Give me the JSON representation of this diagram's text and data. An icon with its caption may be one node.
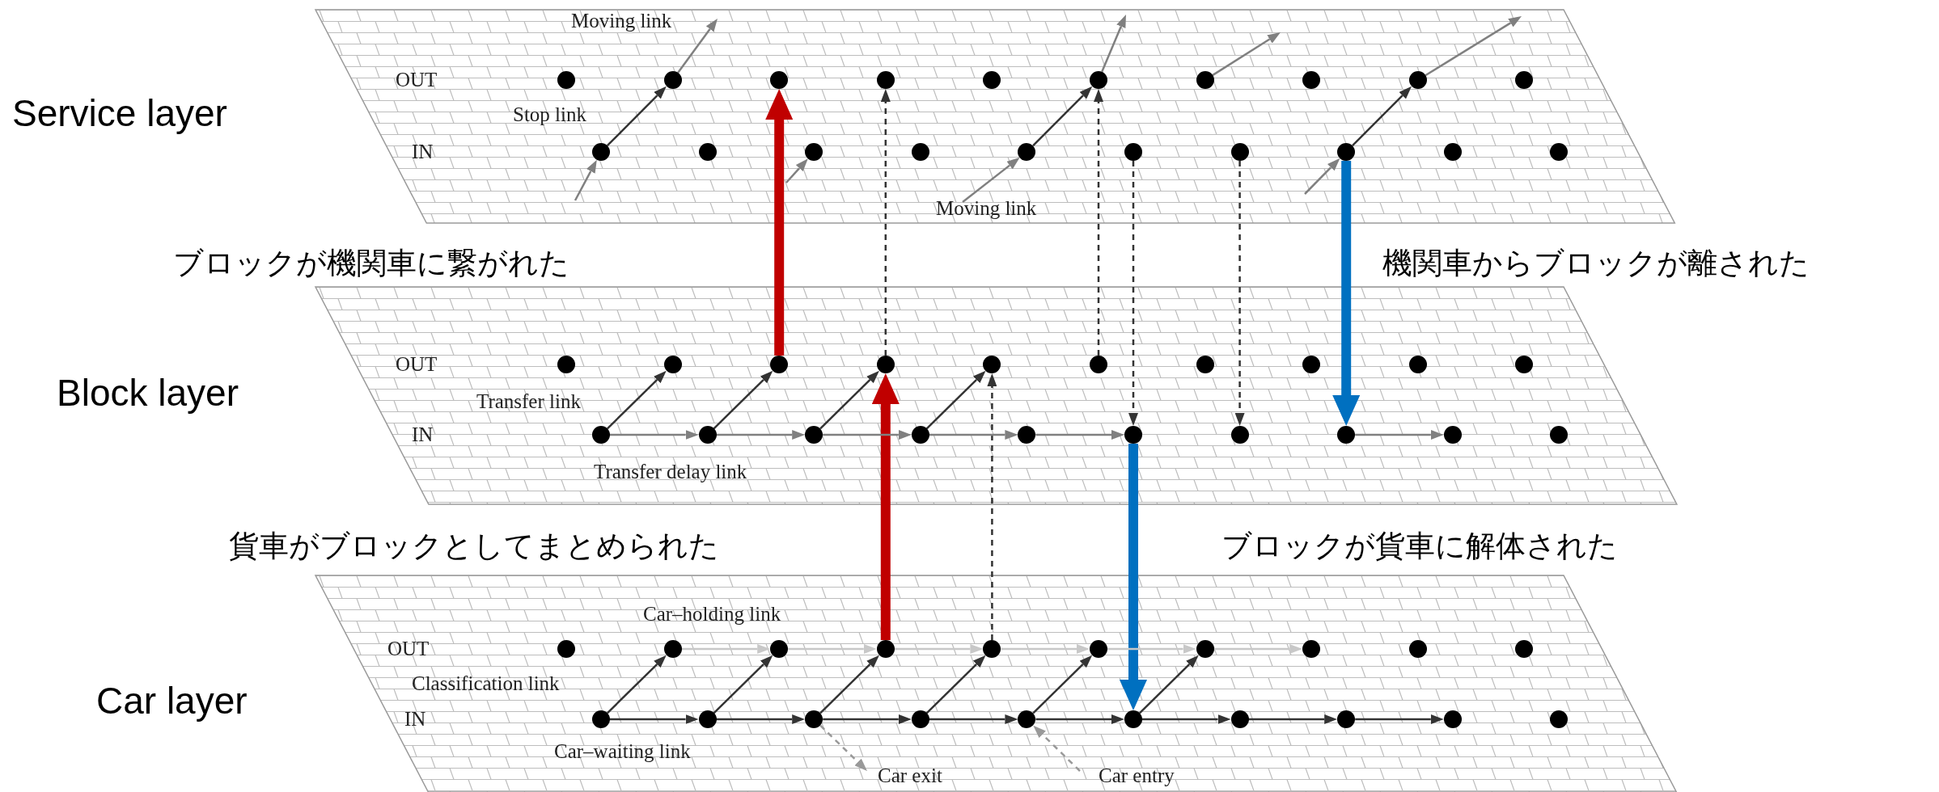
{
  "diagram": {
    "nodes": [
      {
        "text": [
          "Service layer",
          "OUT",
          "IN",
          "Moving link",
          "Stop link",
          "Moving link"
        ]
      },
      {
        "text": [],
        "shape": "circle",
        "in": 0
      },
      {
        "text": [],
        "shape": "circle",
        "in": 0
      },
      {
        "text": [],
        "shape": "circle",
        "in": 0
      },
      {
        "text": [],
        "shape": "circle",
        "in": 0
      },
      {
        "text": [],
        "shape": "circle",
        "in": 0
      },
      {
        "text": [],
        "shape": "circle",
        "in": 0
      },
      {
        "text": [],
        "shape": "circle",
        "in": 0
      },
      {
        "text": [],
        "shape": "circle",
        "in": 0
      },
      {
        "text": [],
        "shape": "circle",
        "in": 0
      },
      {
        "text": [],
        "shape": "circle",
        "in": 0
      },
      {
        "text": [],
        "shape": "circle",
        "in": 0
      },
      {
        "text": [],
        "shape": "circle",
        "in": 0
      },
      {
        "text": [],
        "shape": "circle",
        "in": 0
      },
      {
        "text": [],
        "shape": "circle",
        "in": 0
      },
      {
        "text": [],
        "shape": "circle",
        "in": 0
      },
      {
        "text": [],
        "shape": "circle",
        "in": 0
      },
      {
        "text": [],
        "shape": "circle",
        "in": 0
      },
      {
        "text": [],
        "shape": "circle",
        "in": 0
      },
      {
        "text": [],
        "shape": "circle",
        "in": 0
      },
      {
        "text": [],
        "shape": "circle",
        "in": 0
      },
      {
        "text": [
          "Block layer",
          "OUT",
          "IN",
          "Transfer link",
          "Transfer delay link"
        ]
      },
      {
        "text": [],
        "shape": "circle",
        "in": 21
      },
      {
        "text": [],
        "shape": "circle",
        "in": 21
      },
      {
        "text": [],
        "shape": "circle",
        "in": 21
      },
      {
        "text": [],
        "shape": "circle",
        "in": 21
      },
      {
        "text": [],
        "shape": "circle",
        "in": 21
      },
      {
        "text": [],
        "shape": "circle",
        "in": 21
      },
      {
        "text": [],
        "shape": "circle",
        "in": 21
      },
      {
        "text": [],
        "shape": "circle",
        "in": 21
      },
      {
        "text": [],
        "shape": "circle",
        "in": 21
      },
      {
        "text": [],
        "shape": "circle",
        "in": 21
      },
      {
        "text": [],
        "shape": "circle",
        "in": 21
      },
      {
        "text": [],
        "shape": "circle",
        "in": 21
      },
      {
        "text": [],
        "shape": "circle",
        "in": 21
      },
      {
        "text": [],
        "shape": "circle",
        "in": 21
      },
      {
        "text": [],
        "shape": "circle",
        "in": 21
      },
      {
        "text": [],
        "shape": "circle",
        "in": 21
      },
      {
        "text": [],
        "shape": "circle",
        "in": 21
      },
      {
        "text": [],
        "shape": "circle",
        "in": 21
      },
      {
        "text": [],
        "shape": "circle",
        "in": 21
      },
      {
        "text": [],
        "shape": "circle",
        "in": 21
      },
      {
        "text": [
          "Car layer",
          "Car–holding link",
          "OUT",
          "Classification link",
          "IN",
          "Car–waiting link",
          "Car exit",
          "Car entry"
        ]
      },
      {
        "text": [],
        "shape": "circle",
        "in": 42
      },
      {
        "text": [],
        "shape": "circle",
        "in": 42
      },
      {
        "text": [],
        "shape": "circle",
        "in": 42
      },
      {
        "text": [],
        "shape": "circle",
        "in": 42
      },
      {
        "text": [],
        "shape": "circle",
        "in": 42
      },
      {
        "text": [],
        "shape": "circle",
        "in": 42
      },
      {
        "text": [],
        "shape": "circle",
        "in": 42
      },
      {
        "text": [],
        "shape": "circle",
        "in": 42
      },
      {
        "text": [],
        "shape": "circle",
        "in": 42
      },
      {
        "text": [],
        "shape": "circle",
        "in": 42
      },
      {
        "text": [],
        "shape": "circle",
        "in": 42
      },
      {
        "text": [],
        "shape": "circle",
        "in": 42
      },
      {
        "text": [],
        "shape": "circle",
        "in": 42
      },
      {
        "text": [],
        "shape": "circle",
        "in": 42
      },
      {
        "text": [],
        "shape": "circle",
        "in": 42
      },
      {
        "text": [],
        "shape": "circle",
        "in": 42
      },
      {
        "text": [],
        "shape": "circle",
        "in": 42
      },
      {
        "text": [],
        "shape": "circle",
        "in": 42
      },
      {
        "text": [],
        "shape": "circle",
        "in": 42
      },
      {
        "text": [],
        "shape": "circle",
        "in": 42
      }
    ],
    "edges": [
      {
        "from": null,
        "to": 11,
        "arrow": "to",
        "color": "#808080"
      },
      {
        "from": 11,
        "to": 2,
        "arrow": "to"
      },
      {
        "from": 2,
        "to": null,
        "arrow": "to",
        "color": "#808080"
      },
      {
        "from": null,
        "to": 13,
        "arrow": "to",
        "color": "#808080"
      },
      {
        "from": null,
        "to": 15,
        "arrow": "to",
        "color": "#808080"
      },
      {
        "from": 15,
        "to": 6,
        "arrow": "to"
      },
      {
        "from": 6,
        "to": null,
        "arrow": "to",
        "color": "#808080"
      },
      {
        "from": 7,
        "to": null,
        "arrow": "to",
        "color": "#808080"
      },
      {
        "from": null,
        "to": 18,
        "arrow": "to",
        "color": "#808080"
      },
      {
        "from": 18,
        "to": 9,
        "arrow": "to"
      },
      {
        "from": 9,
        "to": null,
        "arrow": "to",
        "color": "#808080"
      },
      {
        "from": 24,
        "to": 3,
        "arrow": "to",
        "style": "thick",
        "color": "#c00000"
      },
      {
        "from": 25,
        "to": 4,
        "arrow": "to",
        "style": "dashed"
      },
      {
        "from": 27,
        "to": 6,
        "arrow": "to",
        "style": "dashed"
      },
      {
        "from": 16,
        "to": 37,
        "arrow": "to",
        "style": "dashed"
      },
      {
        "from": 17,
        "to": 38,
        "arrow": "to",
        "style": "dashed"
      },
      {
        "from": 18,
        "to": 39,
        "arrow": "to",
        "style": "thick",
        "color": "#0070c0"
      },
      {
        "from": 46,
        "to": 25,
        "arrow": "to",
        "style": "thick",
        "color": "#c00000"
      },
      {
        "from": 47,
        "to": 26,
        "arrow": "to",
        "style": "dashed"
      },
      {
        "from": 37,
        "to": 58,
        "arrow": "to",
        "style": "thick",
        "color": "#0070c0"
      },
      {
        "from": 32,
        "to": 23,
        "arrow": "to"
      },
      {
        "from": 33,
        "to": 24,
        "arrow": "to"
      },
      {
        "from": 34,
        "to": 25,
        "arrow": "to"
      },
      {
        "from": 35,
        "to": 26,
        "arrow": "to"
      },
      {
        "from": 32,
        "to": 33,
        "arrow": "to",
        "color": "#808080"
      },
      {
        "from": 33,
        "to": 34,
        "arrow": "to",
        "color": "#808080"
      },
      {
        "from": 34,
        "to": 35,
        "arrow": "to",
        "color": "#808080"
      },
      {
        "from": 35,
        "to": 36,
        "arrow": "to",
        "color": "#808080"
      },
      {
        "from": 36,
        "to": 37,
        "arrow": "to",
        "color": "#808080"
      },
      {
        "from": 39,
        "to": 40,
        "arrow": "to",
        "color": "#808080"
      },
      {
        "from": 44,
        "to": 45,
        "arrow": "to",
        "color": "#c8c8c8"
      },
      {
        "from": 45,
        "to": 46,
        "arrow": "to",
        "color": "#c8c8c8"
      },
      {
        "from": 46,
        "to": 47,
        "arrow": "to",
        "color": "#c8c8c8"
      },
      {
        "from": 47,
        "to": 48,
        "arrow": "to",
        "color": "#c8c8c8"
      },
      {
        "from": 48,
        "to": 49,
        "arrow": "to",
        "color": "#c8c8c8"
      },
      {
        "from": 49,
        "to": 50,
        "arrow": "to",
        "color": "#c8c8c8"
      },
      {
        "from": 53,
        "to": 44,
        "arrow": "to"
      },
      {
        "from": 54,
        "to": 45,
        "arrow": "to"
      },
      {
        "from": 55,
        "to": 46,
        "arrow": "to"
      },
      {
        "from": 56,
        "to": 47,
        "arrow": "to"
      },
      {
        "from": 57,
        "to": 48,
        "arrow": "to"
      },
      {
        "from": 58,
        "to": 49,
        "arrow": "to"
      },
      {
        "from": 53,
        "to": 54,
        "arrow": "to"
      },
      {
        "from": 54,
        "to": 55,
        "arrow": "to"
      },
      {
        "from": 55,
        "to": 56,
        "arrow": "to"
      },
      {
        "from": 56,
        "to": 57,
        "arrow": "to"
      },
      {
        "from": 57,
        "to": 58,
        "arrow": "to"
      },
      {
        "from": 58,
        "to": 59,
        "arrow": "to"
      },
      {
        "from": 59,
        "to": 60,
        "arrow": "to"
      },
      {
        "from": 60,
        "to": 61,
        "arrow": "to"
      },
      {
        "from": 55,
        "to": null,
        "arrow": "to",
        "style": "dashed",
        "color": "#999999"
      },
      {
        "from": null,
        "to": 57,
        "arrow": "to",
        "style": "dashed",
        "color": "#999999"
      }
    ],
    "labels": [
      "ブロックが機関車に繋がれた",
      "機関車からブロックが離された",
      "貨車がブロックとしてまとめられた",
      "ブロックが貨車に解体された"
    ]
  }
}
